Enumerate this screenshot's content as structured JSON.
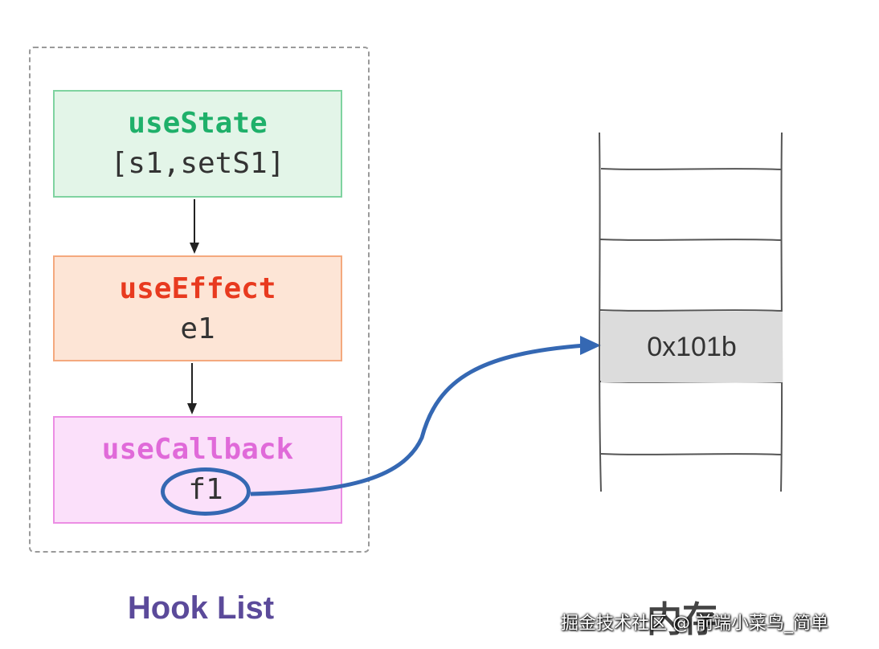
{
  "hooks": [
    {
      "name": "useState",
      "value": "[s1,setS1]"
    },
    {
      "name": "useEffect",
      "value": "e1"
    },
    {
      "name": "useCallback",
      "value": "f1"
    }
  ],
  "memory": {
    "filled_cell_value": "0x101b",
    "label": "内存"
  },
  "captions": {
    "hook_list": "Hook List"
  },
  "watermark": "掘金技术社区 @ 前端小菜鸟_简单",
  "colors": {
    "state_accent": "#1fb06a",
    "effect_accent": "#e83a1f",
    "callback_accent": "#e06ad9",
    "pointer_arrow": "#3568b3",
    "memory_filled": "#dcdcdc"
  }
}
